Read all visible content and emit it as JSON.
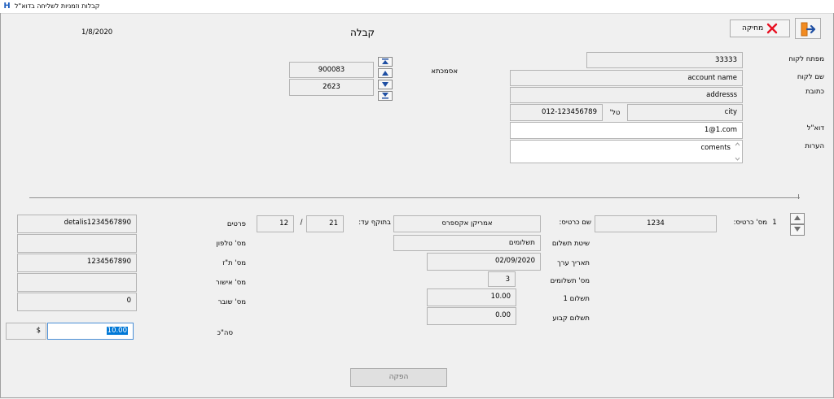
{
  "window": {
    "title": "קבלות וזמניות לשליחה בדוא\"ל"
  },
  "colors": {
    "selection": "#0078d7",
    "delete_icon": "#e81123",
    "exit_icon": "#f28b20",
    "arrow": "#1f4fa3"
  },
  "header": {
    "date": "1/8/2020",
    "title": "קבלה"
  },
  "toolbar": {
    "delete_label": "מחיקה"
  },
  "nav": {
    "label": "אסמכתא",
    "value1": "900083",
    "value2": "2623"
  },
  "customer": {
    "key_label": "מפתח לקוח",
    "key_value": "33333",
    "name_label": "שם לקוח",
    "name_value": "account name",
    "address_label": "כתובת",
    "address_value": "addresss",
    "city_value": "city",
    "phone_label": "טל'",
    "phone_value": "012-123456789",
    "email_label": "דוא\"ל",
    "email_value": "1@1.com",
    "notes_label": "הערות",
    "notes_value": "coments"
  },
  "card": {
    "row_index": "1",
    "card_no_label": "מס' כרטיס:",
    "card_no_value": "1234",
    "card_name_label": "שם כרטיס:",
    "card_name_value": "אמריקן אקספרס",
    "valid_label": "בתוקף עד:",
    "valid_year": "21",
    "valid_sep": "/",
    "valid_month": "12",
    "pay_method_label": "שיטת תשלום",
    "pay_method_value": "תשלומים",
    "value_date_label": "תאריך ערך",
    "value_date_value": "02/09/2020",
    "installments_label": "מס' תשלומים",
    "installments_value": "3",
    "payment1_label": "תשלום 1",
    "payment1_value": "10.00",
    "fixed_payment_label": "תשלום קבוע",
    "fixed_payment_value": "0.00"
  },
  "details": {
    "details_label": "פרטים",
    "details_value": "detalis1234567890",
    "phone_label": "מס' טלפון",
    "phone_value": "",
    "id_label": "מס' ת\"ז",
    "id_value": "1234567890",
    "approval_label": "מס' אישור",
    "approval_value": "",
    "voucher_label": "מס' שובר",
    "voucher_value": "0",
    "total_label": "סה\"כ",
    "currency": "$",
    "total_value": "10.00"
  },
  "footer": {
    "issue_label": "הפקה"
  }
}
